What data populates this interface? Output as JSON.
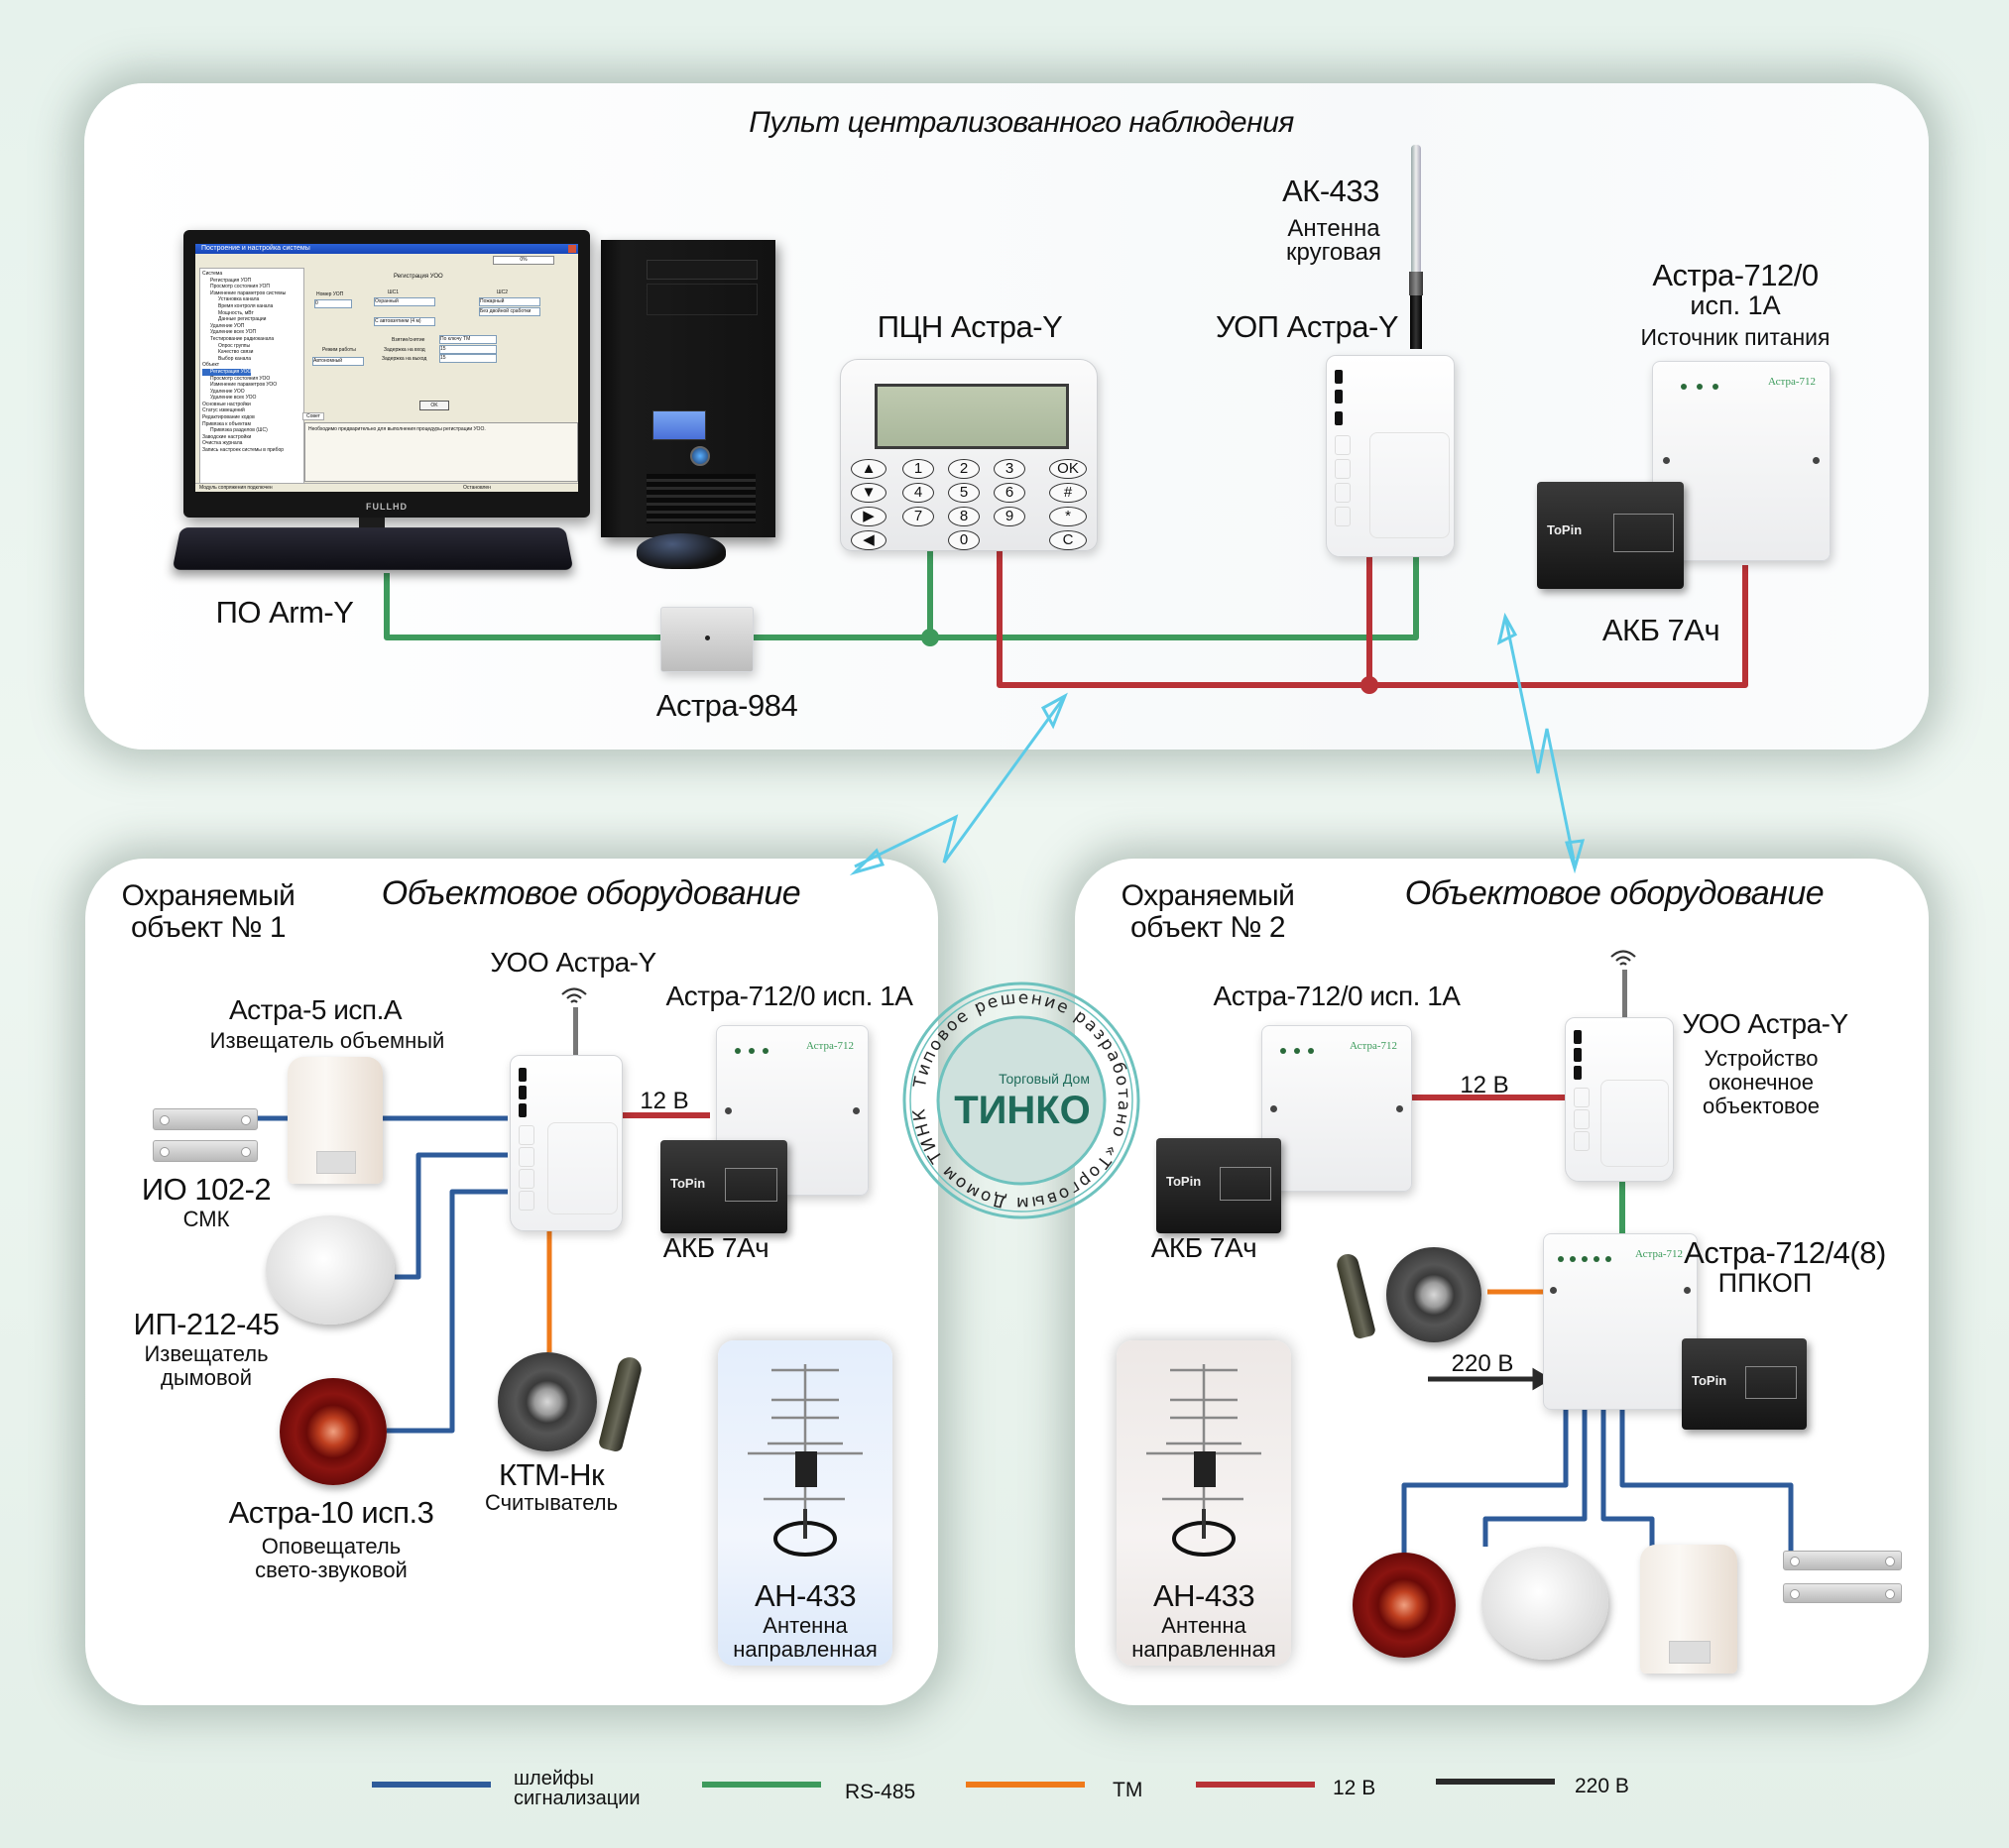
{
  "colors": {
    "loops": "#2e5b9a",
    "rs485": "#3e9a5c",
    "tm": "#ef7a1a",
    "v12": "#b83236",
    "v220": "#2a2a2a",
    "wireless": "#5ccbe8",
    "brand": "#1f6b5a"
  },
  "central": {
    "title": "Пульт централизованного наблюдения",
    "software_label": "ПО Arm-Y",
    "converter_label": "Астра-984",
    "pcn_label": "ПЦН Астра-Y",
    "uop_label": "УОП Астра-Y",
    "antenna": {
      "model": "АК-433",
      "line1": "Антенна",
      "line2": "круговая"
    },
    "psu": {
      "model": "Астра-712/0",
      "variant": "исп. 1А",
      "desc": "Источник питания"
    },
    "battery_label": "АКБ 7Ач",
    "monitor_brand": "FULLHD",
    "app_window": {
      "title": "Построение и настройка системы",
      "progress": "0%",
      "section_title": "Регистрация УОО",
      "tree": [
        "Система",
        "Регистрация УОП",
        "Просмотр состояния УОП",
        "Изменение параметров системы",
        "Установка канала",
        "Время контроля канала",
        "Мощность, мВт",
        "Данные регистрации",
        "Удаление УОП",
        "Удаление всех УОП",
        "Тестирование радиоканала",
        "Опрос группы",
        "Качество связи",
        "Выбор канала",
        "Объект",
        "Регистрация УОО",
        "Просмотр состояния УОО",
        "Изменение параметров УОО",
        "Удаление УОО",
        "Удаление всех УОО",
        "Основные настройки",
        "Статус извещений",
        "Редактирование кодов",
        "Привязка к объектам",
        "Привязка разделов (ШС)",
        "Заводские настройки",
        "Очистка журнала",
        "Запись настроек системы в прибор"
      ],
      "selected_tree_item": "Регистрация УОО",
      "fields": {
        "uop_number_label": "Номер УОП",
        "uop_number_value": "0",
        "shs1_label": "ШС1",
        "shs1_value": "Охранный",
        "shs2_label": "ШС2",
        "shs2_value": "Пожарный",
        "shs2_mode": "Без двойной сработки",
        "auto_value": "С автовзятием (4 м)",
        "arm_label": "Взятие/снятие",
        "arm_value": "По ключу ТМ",
        "mode_label": "Режим работы",
        "mode_value": "Автономный",
        "entry_delay_label": "Задержка на вход",
        "entry_delay_value": "15",
        "exit_delay_label": "Задержка на выход",
        "exit_delay_value": "15"
      },
      "ok_label": "OK",
      "tip_tab": "Совет",
      "tip_text": "Необходимо предварительно для выполнения процедуры регистрации УОО.",
      "status_left": "Модуль сопряжения подключен",
      "status_right": "Остановлен"
    },
    "keypad": {
      "keys_left": [
        "▲",
        "▼",
        "▶",
        "◀"
      ],
      "keys_num": [
        "1",
        "2",
        "3",
        "4",
        "5",
        "6",
        "7",
        "8",
        "9",
        "0"
      ],
      "keys_right": [
        "OK",
        "#",
        "*",
        "C"
      ]
    }
  },
  "object1": {
    "title_line1": "Охраняемый",
    "title_line2": "объект № 1",
    "heading": "Объектовое оборудование",
    "uoo_label": "УОО Астра-Y",
    "psu_label": "Астра-712/0 исп. 1А",
    "v12_label": "12 В",
    "battery_label": "АКБ 7Ач",
    "pir": {
      "model": "Астра-5 исп.А",
      "desc": "Извещатель объемный"
    },
    "contact": {
      "model": "ИО 102-2",
      "desc": "СМК"
    },
    "smoke": {
      "model": "ИП-212-45",
      "desc1": "Извещатель",
      "desc2": "дымовой"
    },
    "siren": {
      "model": "Астра-10 исп.3",
      "desc1": "Оповещатель",
      "desc2": "свето-звуковой"
    },
    "reader": {
      "model": "КТМ-Нк",
      "desc": "Считыватель"
    },
    "antenna": {
      "model": "АН-433",
      "desc1": "Антенна",
      "desc2": "направленная"
    }
  },
  "object2": {
    "title_line1": "Охраняемый",
    "title_line2": "объект № 2",
    "heading": "Объектовое оборудование",
    "psu_label": "Астра-712/0 исп. 1А",
    "v12_label": "12 В",
    "battery_label": "АКБ 7Ач",
    "uoo": {
      "model": "УОО Астра-Y",
      "desc1": "Устройство",
      "desc2": "оконечное",
      "desc3": "объектовое"
    },
    "panel": {
      "model": "Астра-712/4(8)",
      "desc": "ППКОП"
    },
    "v220_label": "220 В",
    "antenna": {
      "model": "АН-433",
      "desc1": "Антенна",
      "desc2": "направленная"
    }
  },
  "stamp": {
    "ring_text": "Типовое решение разработано «Торговым Домом ТИНКО»",
    "brand_small": "Торговый Дом",
    "brand_big": "ТИНКО"
  },
  "legend": [
    {
      "label": "шлейфы сигнализации",
      "line1": "шлейфы",
      "line2": "сигнализации",
      "color": "#2e5b9a"
    },
    {
      "label": "RS-485",
      "color": "#3e9a5c"
    },
    {
      "label": "ТМ",
      "color": "#ef7a1a"
    },
    {
      "label": "12 В",
      "color": "#b83236"
    },
    {
      "label": "220 В",
      "color": "#2a2a2a"
    }
  ]
}
